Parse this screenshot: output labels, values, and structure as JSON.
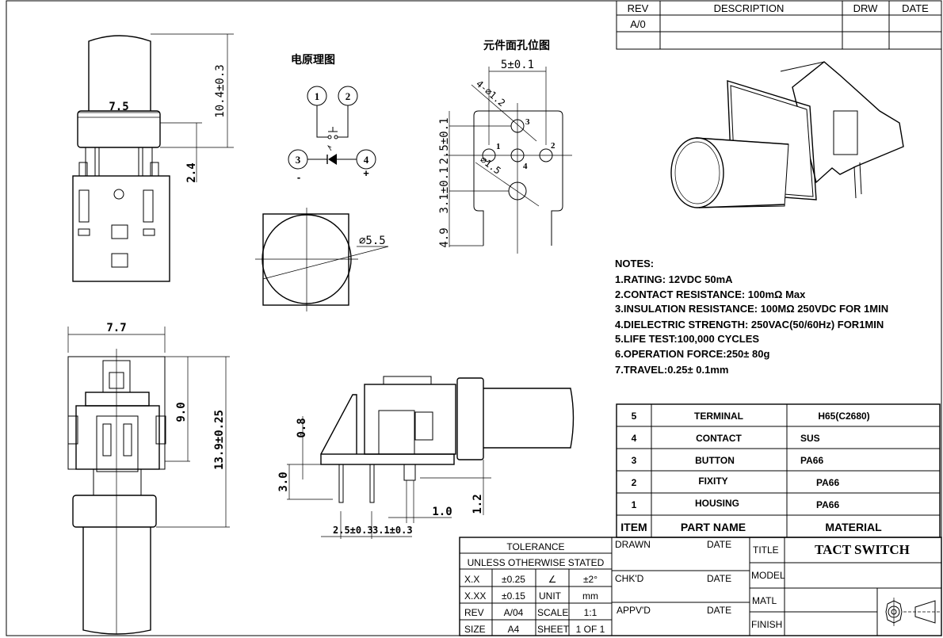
{
  "revision_table": {
    "headers": [
      "REV",
      "DESCRIPTION",
      "DRW",
      "DATE"
    ],
    "rev": "A/0"
  },
  "schematic": {
    "title": "电原理图",
    "pins": [
      "1",
      "2",
      "3",
      "4"
    ],
    "minus": "-",
    "plus": "+"
  },
  "hole_layout": {
    "title": "元件面孔位图",
    "dim_width": "5±0.1",
    "dim_hole_small": "4-⌀1.2",
    "dim_hole_large": "⌀1.5",
    "dim_top": "2.5±0.1",
    "dim_mid": "3.1±0.1",
    "dim_bottom": "4.9",
    "pins": [
      "1",
      "2",
      "3",
      "4"
    ]
  },
  "top_view": {
    "dim_width": "7.5",
    "dim_height": "10.4±0.3",
    "dim_leg": "2.4"
  },
  "front_view": {
    "dim_diameter": "⌀5.5"
  },
  "bottom_view": {
    "dim_width": "7.7",
    "dim_body": "9.0",
    "dim_total": "13.9±0.25"
  },
  "side_view": {
    "dim_08": "0.8",
    "dim_30": "3.0",
    "dim_12": "1.2",
    "dim_10": "1.0",
    "dim_pitch": "2.5±0.3",
    "dim_pitch2": "3.1±0.3"
  },
  "notes": {
    "title": "NOTES:",
    "items": [
      "1.RATING: 12VDC 50mA",
      "2.CONTACT RESISTANCE: 100mΩ Max",
      "3.INSULATION RESISTANCE: 100MΩ 250VDC FOR 1MIN",
      "4.DIELECTRIC STRENGTH: 250VAC(50/60Hz) FOR1MIN",
      "5.LIFE TEST:100,000 CYCLES",
      "6.OPERATION FORCE:250± 80g",
      "7.TRAVEL:0.25± 0.1mm"
    ]
  },
  "bom": {
    "headers": [
      "ITEM",
      "PART NAME",
      "MATERIAL"
    ],
    "rows": [
      [
        "5",
        "TERMINAL",
        "H65(C2680)"
      ],
      [
        "4",
        "CONTACT",
        "SUS"
      ],
      [
        "3",
        "BUTTON",
        "PA66"
      ],
      [
        "2",
        "FIXITY",
        "PA66"
      ],
      [
        "1",
        "HOUSING",
        "PA66"
      ]
    ]
  },
  "title_block": {
    "tolerance": "TOLERANCE",
    "unless": "UNLESS OTHERWISE STATED",
    "rows": [
      [
        "X.X",
        "±0.25",
        "∠",
        "±2°"
      ],
      [
        "X.XX",
        "±0.15",
        "UNIT",
        "mm"
      ],
      [
        "REV",
        "A/04",
        "SCALE",
        "1:1"
      ],
      [
        "SIZE",
        "A4",
        "SHEET",
        "1 OF 1"
      ]
    ],
    "drawn": "DRAWN",
    "chkd": "CHK'D",
    "appvd": "APPV'D",
    "date": "DATE",
    "title_label": "TITLE",
    "title_value": "TACT SWITCH",
    "model": "MODEL",
    "matl": "MATL",
    "finish": "FINISH"
  }
}
